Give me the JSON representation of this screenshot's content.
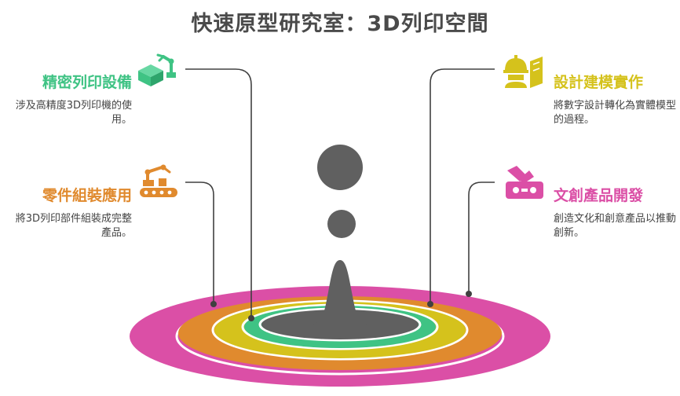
{
  "title": "快速原型研究室：3D列印空間",
  "colors": {
    "green": "#3fc384",
    "orange": "#e08a2e",
    "yellow": "#d5c21c",
    "pink": "#db4fa6",
    "dark": "#606060",
    "line": "#404040"
  },
  "items": [
    {
      "title": "精密列印設備",
      "desc": "涉及高精度3D列印機的使用。",
      "color": "green",
      "icon": "robot-arm-box-icon"
    },
    {
      "title": "零件組裝應用",
      "desc": "將3D列印部件組裝成完整產品。",
      "color": "orange",
      "icon": "assembly-line-icon"
    },
    {
      "title": "設計建模實作",
      "desc": "將數字設計轉化為實體模型的過程。",
      "color": "yellow",
      "icon": "engineer-icon"
    },
    {
      "title": "文創產品開發",
      "desc": "創造文化和創意產品以推動創新。",
      "color": "pink",
      "icon": "creative-box-icon"
    }
  ]
}
